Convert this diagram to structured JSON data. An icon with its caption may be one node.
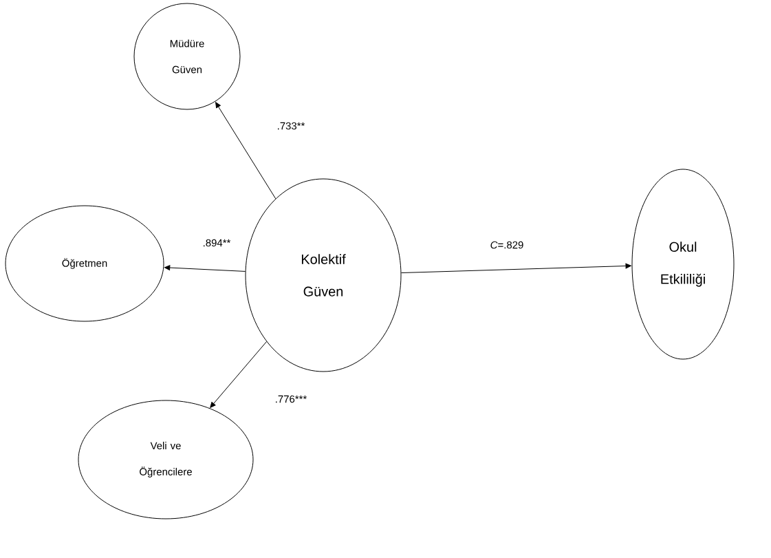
{
  "diagram": {
    "nodes": [
      {
        "text": [
          "Kolektif Güven"
        ]
      },
      {
        "text": [
          "Müdüre Güven"
        ]
      },
      {
        "text": [
          "Öğretmen"
        ]
      },
      {
        "text": [
          "Veli ve Öğrencilere"
        ]
      },
      {
        "text": [
          "Okul Etkililiği"
        ]
      }
    ],
    "edges": [
      {
        "from": 0,
        "to": 1,
        "arrow": "to",
        "label": ".733**"
      },
      {
        "from": 0,
        "to": 2,
        "arrow": "to",
        "label": ".894**"
      },
      {
        "from": 0,
        "to": 3,
        "arrow": "to",
        "label": ".776***"
      },
      {
        "from": 0,
        "to": 4,
        "arrow": "to",
        "label": "*C*=.829"
      }
    ]
  }
}
